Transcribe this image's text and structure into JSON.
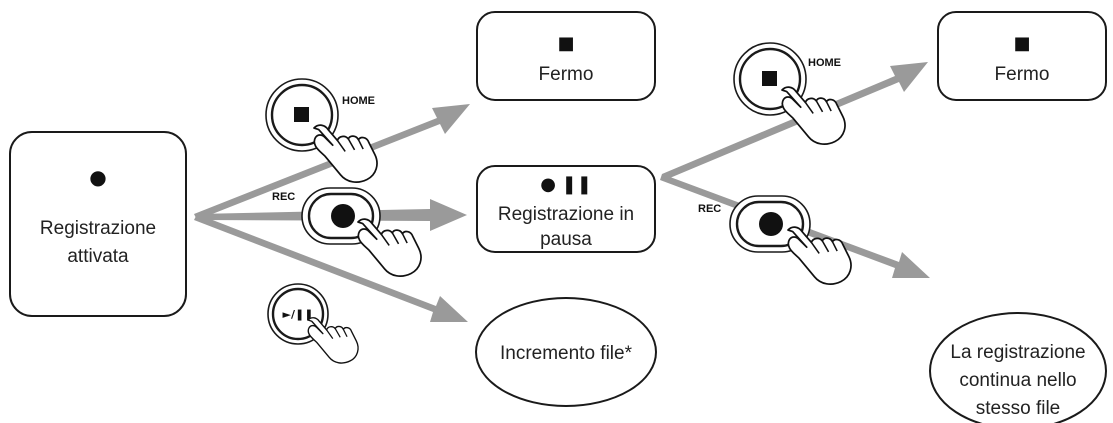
{
  "states": {
    "recording": {
      "symbol": "●",
      "line1": "Registrazione",
      "line2": "attivata"
    },
    "stop_top": {
      "symbol": "■",
      "line1": "Fermo"
    },
    "paused": {
      "symbol": "● ❚❚",
      "line1": "Registrazione in",
      "line2": "pausa"
    },
    "increment": {
      "line1": "Incremento file*"
    },
    "stop_right": {
      "symbol": "■",
      "line1": "Fermo"
    },
    "continue": {
      "line1": "La registrazione",
      "line2": "continua nello",
      "line3": "stesso file"
    }
  },
  "buttons": {
    "home_left": {
      "label": "HOME"
    },
    "rec_left": {
      "label": "REC"
    },
    "play_pause_left": {
      "glyph": "►/❚❚"
    },
    "home_right": {
      "label": "HOME"
    },
    "rec_right": {
      "label": "REC"
    }
  },
  "colors": {
    "arrow": "#9a9a9a",
    "outline": "#1a1a1a",
    "fill": "#ffffff"
  }
}
